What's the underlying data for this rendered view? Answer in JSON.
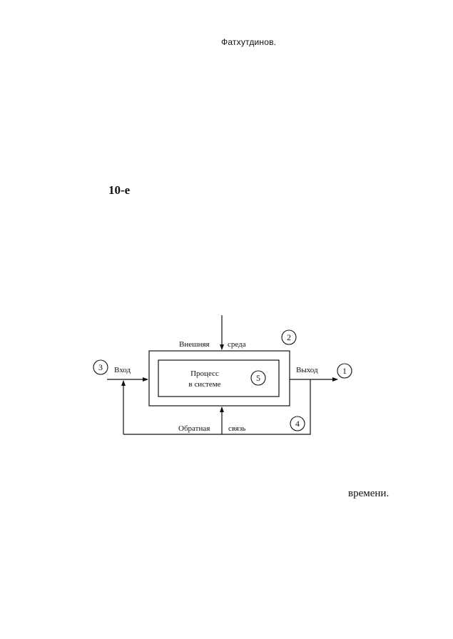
{
  "page": {
    "author_line": "Фатхутдинов.",
    "edition": "10-е",
    "trailing_word": "времени."
  },
  "diagram": {
    "external_env_label_1": "Внешняя",
    "external_env_label_2": "среда",
    "input_label": "Вход",
    "output_label": "Выход",
    "process_line_1": "Процесс",
    "process_line_2": "в системе",
    "feedback_label_1": "Обратная",
    "feedback_label_2": "связь",
    "markers": {
      "output": "1",
      "environment": "2",
      "input": "3",
      "feedback": "4",
      "process": "5"
    }
  }
}
